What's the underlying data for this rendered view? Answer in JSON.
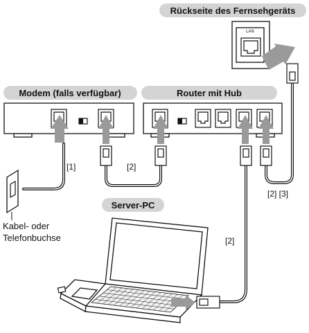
{
  "labels": {
    "tv_back": "Rückseite des Fernsehgeräts",
    "modem": "Modem (falls verfügbar)",
    "router": "Router mit Hub",
    "server_pc": "Server-PC",
    "lan_port": "LAN"
  },
  "wall_socket": {
    "line1": "Kabel- oder",
    "line2": "Telefonbuchse"
  },
  "cable_tags": {
    "modem_wall": "[1]",
    "modem_router": "[2]",
    "router_pc": "[2]",
    "router_tv": "[2] [3]"
  },
  "colors": {
    "label_background": "#d4d4d4",
    "arrow": "#9a9a9a",
    "line": "#111111"
  }
}
